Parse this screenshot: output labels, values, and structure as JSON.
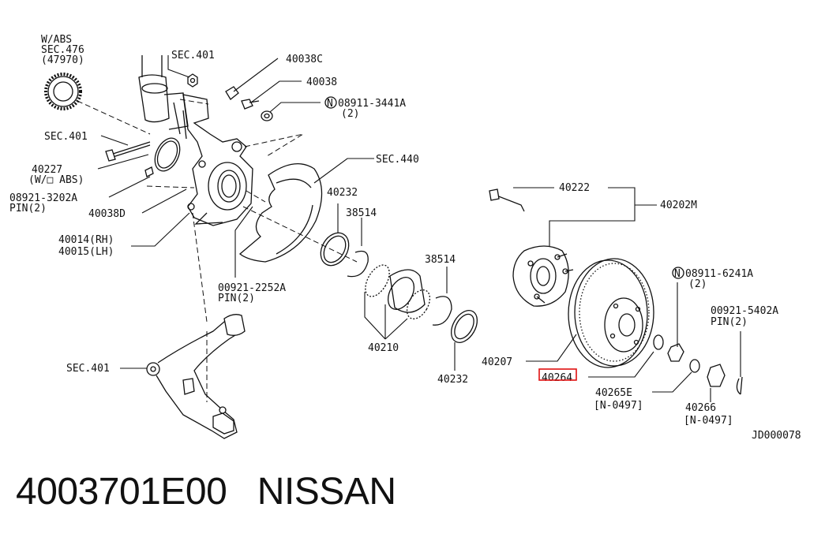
{
  "labels": {
    "w_abs": "W/ABS",
    "sec476": "SEC.476",
    "p47970": "(47970)",
    "sec401_top": "SEC.401",
    "p40038c": "40038C",
    "p40038": "40038",
    "n08911_3441a": "08911-3441A",
    "q2_a": "(2)",
    "sec401_left": "SEC.401",
    "p40227": "40227",
    "wo_abs": "(W/□ ABS)",
    "p08921_3202a": "08921-3202A",
    "pin2_a": "PIN(2)",
    "p40038d": "40038D",
    "p40014": "40014(RH)",
    "p40015": "40015(LH)",
    "sec440": "SEC.440",
    "p40232_top": "40232",
    "p38514_top": "38514",
    "p00921_2252a": "00921-2252A",
    "pin2_b": "PIN(2)",
    "p38514_b": "38514",
    "p40210": "40210",
    "p40232_b": "40232",
    "sec401_bottom": "SEC.401",
    "p40222": "40222",
    "p40202m": "40202M",
    "n08911_6241a": "08911-6241A",
    "q2_b": "(2)",
    "p00921_5402a": "00921-5402A",
    "pin2_c": "PIN(2)",
    "p40207": "40207",
    "p40264": "40264",
    "p40265e": "40265E",
    "n0497_a": "[N-0497]",
    "p40266": "40266",
    "n0497_b": "[N-0497]",
    "jd": "JD000078",
    "n_marker": "N"
  },
  "caption": "4003701E00   NISSAN",
  "colors": {
    "highlight": "#e01010",
    "ink": "#111111"
  }
}
